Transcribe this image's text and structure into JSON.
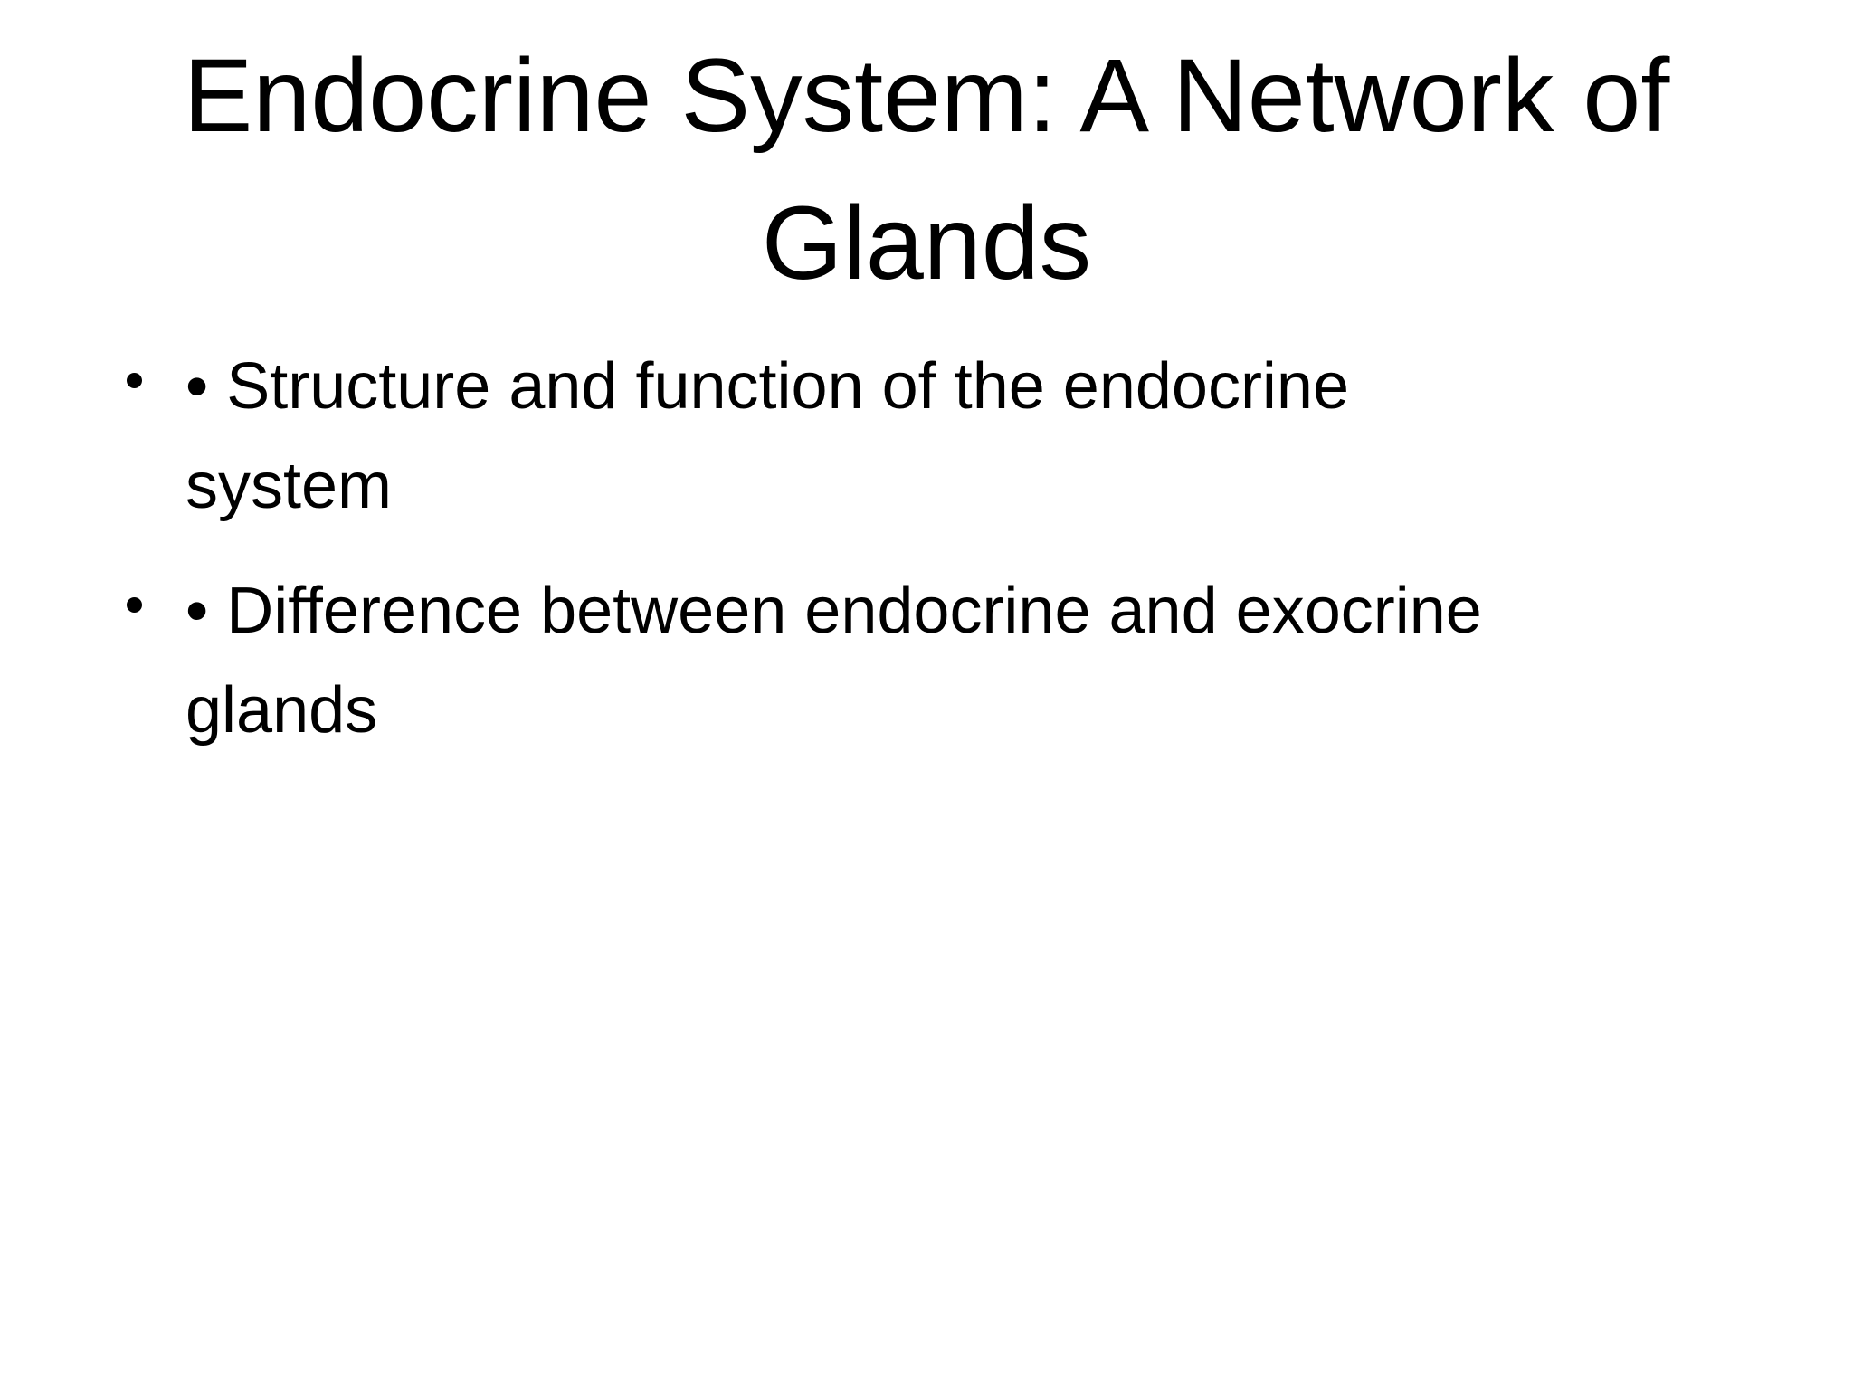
{
  "slide": {
    "background_color": "#ffffff",
    "text_color": "#000000"
  },
  "title": {
    "text": "Endocrine System: A Network of Glands",
    "lines": [
      "Endocrine System: A Network of",
      "Glands"
    ]
  },
  "body": {
    "bullets": [
      {
        "marker": "•",
        "text": "• Structure and function of the endocrine system",
        "lines": [
          "• Structure and function of the endocrine",
          "system"
        ]
      },
      {
        "marker": "•",
        "text": "• Difference between endocrine and exocrine glands",
        "lines": [
          "• Difference between endocrine and exocrine",
          "glands"
        ]
      }
    ]
  }
}
